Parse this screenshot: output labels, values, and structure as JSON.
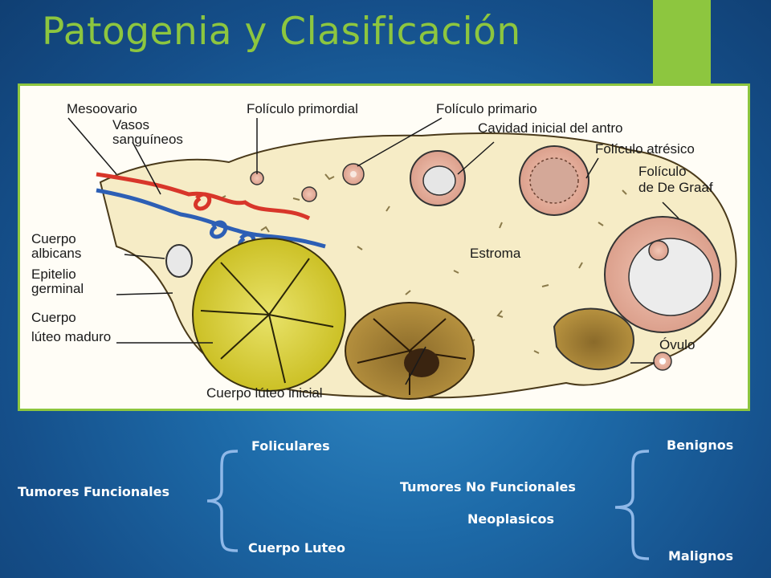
{
  "slide": {
    "title": "Patogenia y Clasificación",
    "accent_color": "#8dc63f",
    "title_color": "#8dc63f",
    "background_color": "#1d6aa8"
  },
  "figure": {
    "labels": {
      "mesoovario": "Mesoovario",
      "vasos_1": "Vasos",
      "vasos_2": "sanguíneos",
      "cuerpo_alb_1": "Cuerpo",
      "cuerpo_alb_2": "albicans",
      "epitelio_1": "Epitelio",
      "epitelio_2": "germinal",
      "cuerpo_luteo_1": "Cuerpo",
      "cuerpo_luteo_2": "lúteo maduro",
      "foliculo_primordial": "Folículo primordial",
      "foliculo_primario": "Folículo primario",
      "cavidad": "Cavidad inicial del antro",
      "foliculo_atresico": "Folículo atrésico",
      "graaf_1": "Folículo",
      "graaf_2": "de De Graaf",
      "estroma": "Estroma",
      "ovulo": "Óvulo",
      "cuerpo_luteo_inicial": "Cuerpo lúteo inicial"
    }
  },
  "classification": {
    "funcionales": {
      "label": "Tumores Funcionales",
      "items": [
        "Foliculares",
        "Cuerpo Luteo"
      ]
    },
    "no_funcionales": {
      "label": "Tumores No Funcionales",
      "sublabel": "Neoplasicos",
      "items": [
        "Benignos",
        "Malignos"
      ]
    }
  }
}
